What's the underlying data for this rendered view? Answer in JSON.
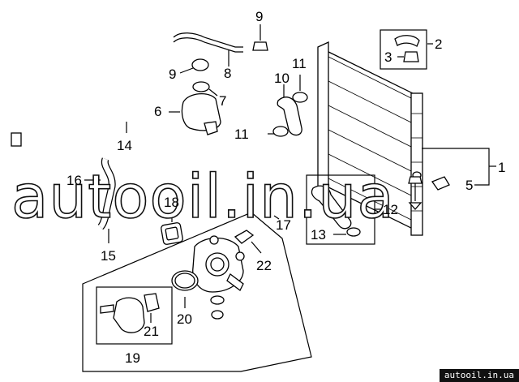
{
  "callouts": [
    {
      "id": "c1",
      "text": "1"
    },
    {
      "id": "c2",
      "text": "2"
    },
    {
      "id": "c3",
      "text": "3"
    },
    {
      "id": "c5",
      "text": "5"
    },
    {
      "id": "c6",
      "text": "6"
    },
    {
      "id": "c7",
      "text": "7"
    },
    {
      "id": "c8",
      "text": "8"
    },
    {
      "id": "c9a",
      "text": "9"
    },
    {
      "id": "c9b",
      "text": "9"
    },
    {
      "id": "c10",
      "text": "10"
    },
    {
      "id": "c11a",
      "text": "11"
    },
    {
      "id": "c11b",
      "text": "11"
    },
    {
      "id": "c12",
      "text": "12"
    },
    {
      "id": "c13",
      "text": "13"
    },
    {
      "id": "c14",
      "text": "14"
    },
    {
      "id": "c15",
      "text": "15"
    },
    {
      "id": "c16",
      "text": "16"
    },
    {
      "id": "c17",
      "text": "17"
    },
    {
      "id": "c18",
      "text": "18"
    },
    {
      "id": "c19",
      "text": "19"
    },
    {
      "id": "c20",
      "text": "20"
    },
    {
      "id": "c21",
      "text": "21"
    },
    {
      "id": "c22",
      "text": "22"
    }
  ],
  "watermark": "autooil.in.ua",
  "footer_text": "autooil.in.ua"
}
